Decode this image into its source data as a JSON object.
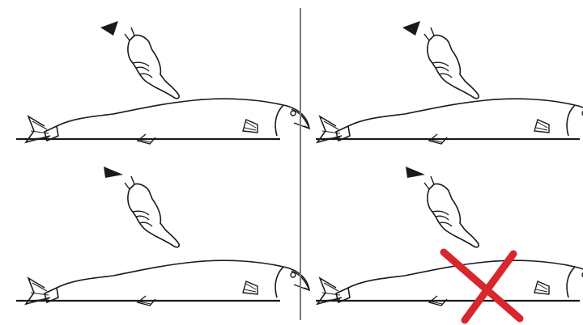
{
  "figure": {
    "background": "#ffffff",
    "line_color": "#1a1a1a",
    "divider_color": "#7a7a7a",
    "cross_color": "#d8262e"
  },
  "panels": [
    {
      "id": "top-left",
      "pointer": "down-left",
      "crossed": false
    },
    {
      "id": "top-right",
      "pointer": "down-left",
      "crossed": false
    },
    {
      "id": "bottom-left",
      "pointer": "up-right",
      "crossed": false
    },
    {
      "id": "bottom-right",
      "pointer": "up-right",
      "crossed": true
    }
  ]
}
